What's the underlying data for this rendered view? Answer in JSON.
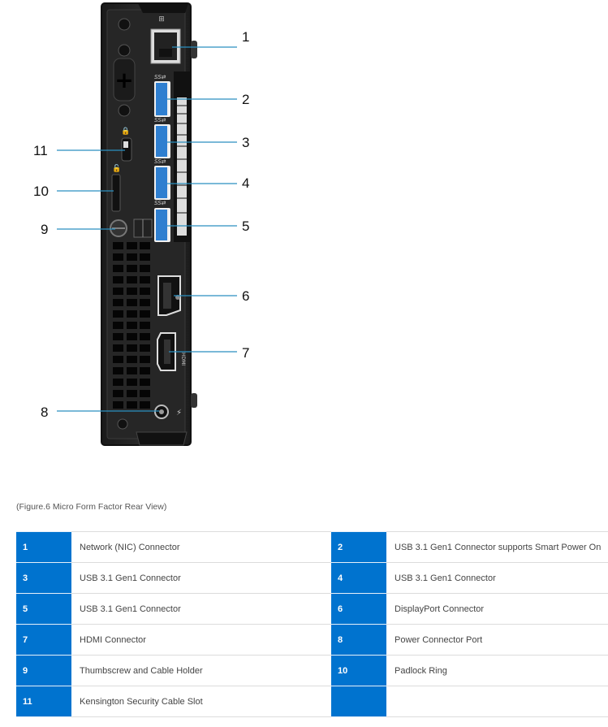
{
  "figure": {
    "callouts": [
      "1",
      "2",
      "3",
      "4",
      "5",
      "6",
      "7",
      "8",
      "9",
      "10",
      "11"
    ],
    "port_labels": {
      "usb_logo": "SS⇄",
      "hdmi_text": "HDMI"
    },
    "colors": {
      "chassis": "#222222",
      "usb_blue": "#2f7fd0",
      "leader_line": "#2a8fc0"
    }
  },
  "caption": "(Figure.6 Micro Form Factor Rear View)",
  "table": {
    "accent_color": "#0073cf",
    "rows": [
      [
        {
          "num": "1",
          "label": "Network (NIC) Connector"
        },
        {
          "num": "2",
          "label": "USB 3.1 Gen1 Connector supports Smart Power On"
        }
      ],
      [
        {
          "num": "3",
          "label": "USB 3.1 Gen1 Connector"
        },
        {
          "num": "4",
          "label": "USB 3.1 Gen1 Connector"
        }
      ],
      [
        {
          "num": "5",
          "label": "USB 3.1 Gen1 Connector"
        },
        {
          "num": "6",
          "label": "DisplayPort Connector"
        }
      ],
      [
        {
          "num": "7",
          "label": "HDMI Connector"
        },
        {
          "num": "8",
          "label": "Power Connector Port"
        }
      ],
      [
        {
          "num": "9",
          "label": "Thumbscrew and Cable Holder"
        },
        {
          "num": "10",
          "label": "Padlock Ring"
        }
      ],
      [
        {
          "num": "11",
          "label": "Kensington Security Cable Slot"
        },
        {
          "num": "",
          "label": ""
        }
      ]
    ]
  }
}
